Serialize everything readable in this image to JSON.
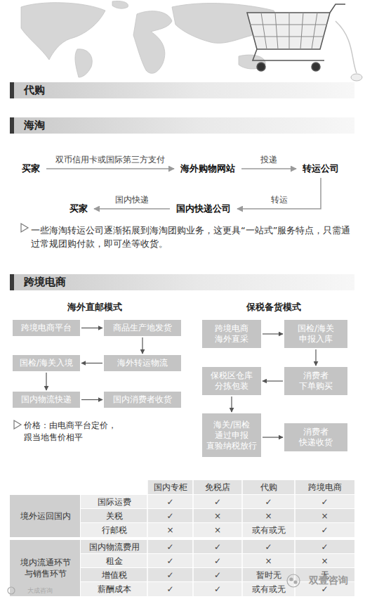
{
  "diagram": {
    "nodes": [
      {
        "text": [
          "代购"
        ]
      },
      {
        "text": [
          "海淘"
        ]
      },
      {
        "text": [
          "买家"
        ]
      },
      {
        "text": [
          "海外购物网站"
        ]
      },
      {
        "text": [
          "转运公司"
        ]
      },
      {
        "text": [
          "国内快递公司"
        ]
      },
      {
        "text": [
          "买家"
        ]
      },
      {
        "text": [
          "跨境电商"
        ]
      },
      {
        "text": [
          "跨境电商平台"
        ]
      },
      {
        "text": [
          "商品生产地发货"
        ]
      },
      {
        "text": [
          "国检/海关入境"
        ]
      },
      {
        "text": [
          "海外转运物流"
        ]
      },
      {
        "text": [
          "国内物流快递"
        ]
      },
      {
        "text": [
          "国内消费者收货"
        ]
      },
      {
        "text": [
          "跨境电商 海外直采"
        ]
      },
      {
        "text": [
          "国检/海关 申报入库"
        ]
      },
      {
        "text": [
          "保税区仓库 分拣包装"
        ]
      },
      {
        "text": [
          "消费者 下单购买"
        ]
      },
      {
        "text": [
          "海关/国检 通过申报 直验纳税放行"
        ]
      },
      {
        "text": [
          "消费者 快递收货"
        ]
      }
    ],
    "edges": [
      {
        "from": 2,
        "to": 3,
        "label": "双币信用卡或国际第三方支付",
        "arrow": "to"
      },
      {
        "from": 3,
        "to": 4,
        "label": "投递",
        "arrow": "to"
      },
      {
        "from": 4,
        "to": 5,
        "label": "转运",
        "arrow": "to"
      },
      {
        "from": 5,
        "to": 6,
        "label": "国内快递",
        "arrow": "to"
      },
      {
        "from": 8,
        "to": 9,
        "arrow": "to"
      },
      {
        "from": 9,
        "to": 11,
        "arrow": "to"
      },
      {
        "from": 11,
        "to": 10,
        "arrow": "to"
      },
      {
        "from": 10,
        "to": 12,
        "arrow": "to"
      },
      {
        "from": 12,
        "to": 13,
        "arrow": "to"
      },
      {
        "from": 14,
        "to": 15,
        "arrow": "to"
      },
      {
        "from": 15,
        "to": 17,
        "arrow": "to"
      },
      {
        "from": 17,
        "to": 16,
        "arrow": "to"
      },
      {
        "from": 16,
        "to": 18,
        "arrow": "to"
      },
      {
        "from": 18,
        "to": 19,
        "arrow": "to"
      }
    ],
    "labels": [
      "海外直邮模式",
      "保税备货模式",
      "一些海淘转运公司逐渐拓展到海淘团购业务，这更具“一站式”服务特点，只需通过常规团购付款，即可坐等收货。",
      "价格：由电商平台定价，跟当地售价相平",
      "国内专柜",
      "免税店",
      "代购",
      "跨境电商",
      "境外运回国内",
      "国际运费",
      "✓",
      "✓",
      "✓",
      "✓",
      "关税",
      "✓",
      "×",
      "×",
      "×",
      "行邮税",
      "×",
      "×",
      "或有或无",
      "✓",
      "境内流通环节 与销售环节",
      "国内物流费用",
      "✓",
      "✓",
      "✓",
      "✓",
      "租金",
      "✓",
      "✓",
      "×",
      "×",
      "增值税",
      "✓",
      "✓",
      "暂时无",
      "无",
      "薪酬成本",
      "✓",
      "✓",
      "或有或无",
      "✓",
      "双壹咨询",
      "大成咨询"
    ]
  }
}
